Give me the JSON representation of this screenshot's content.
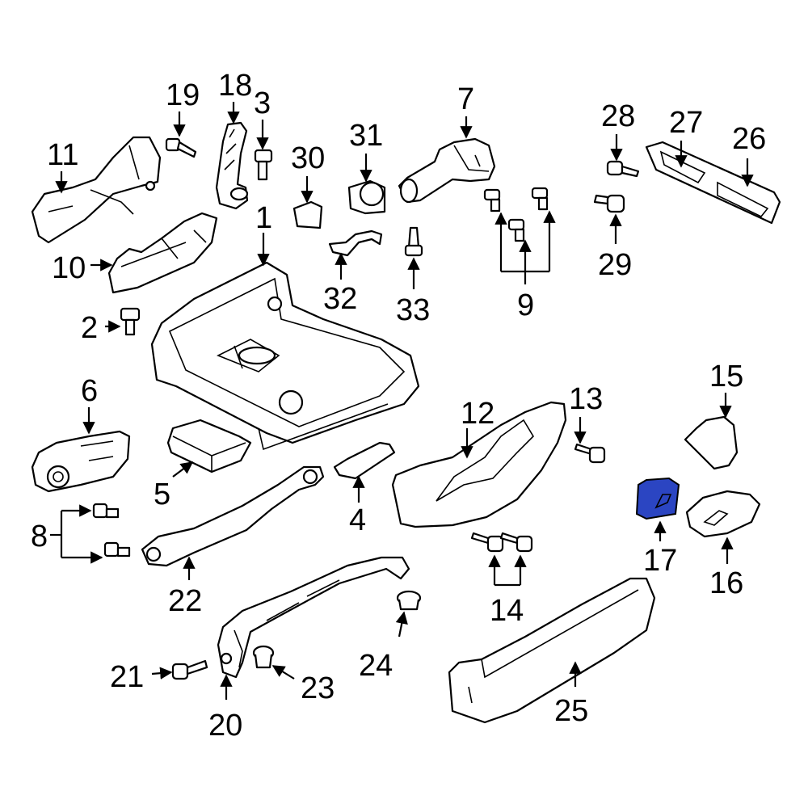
{
  "highlight_color": "#2b45c2",
  "line_color": "#000000",
  "background_color": "#ffffff",
  "callouts": {
    "c1": "1",
    "c2": "2",
    "c3": "3",
    "c4": "4",
    "c5": "5",
    "c6": "6",
    "c7": "7",
    "c8": "8",
    "c9": "9",
    "c10": "10",
    "c11": "11",
    "c12": "12",
    "c13": "13",
    "c14": "14",
    "c15": "15",
    "c16": "16",
    "c17": "17",
    "c18": "18",
    "c19": "19",
    "c20": "20",
    "c21": "21",
    "c22": "22",
    "c23": "23",
    "c24": "24",
    "c25": "25",
    "c26": "26",
    "c27": "27",
    "c28": "28",
    "c29": "29",
    "c30": "30",
    "c31": "31",
    "c32": "32",
    "c33": "33"
  },
  "highlighted_part": "17"
}
